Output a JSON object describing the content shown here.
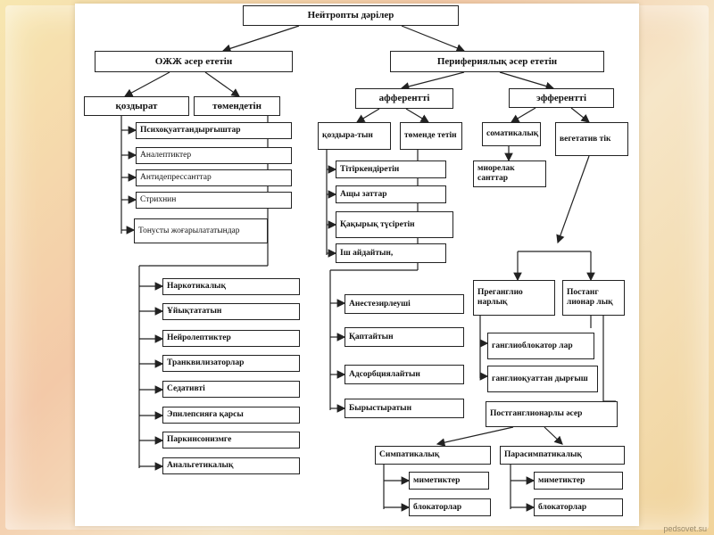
{
  "title": "Нейтропты дәрілер",
  "cns": "ОЖЖ әсер ететін",
  "peripheral": "Перифериялық әсер ететін",
  "stimulating": "қоздырат",
  "depressing": "төмендетін",
  "stim_items": [
    "Психоқуаттандырғыштар",
    "Аналептиктер",
    "Антидепрессанттар",
    "Стрихнин",
    "Тонусты жоғарылататындар"
  ],
  "depr_items": [
    "Наркотикалық",
    "Ұйықтататын",
    "Нейролептиктер",
    "Транквилизаторлар",
    "Седативті",
    "Эпилепсияға қарсы",
    "Паркинсонизмге",
    "Анальгетикалық"
  ],
  "afferent": "афферентті",
  "efferent": "эфферентті",
  "aff_stim": "қоздыра-тын",
  "aff_depr": "төменде тетін",
  "aff_stim_items": [
    "Тітіркендіретін",
    "Ащы заттар",
    "Қақырық түсіретін",
    "Іш айдайтын,"
  ],
  "aff_depr_items": [
    "Анестезирлеуші",
    "Қаптайтын",
    "Адсорбциялайтын",
    "Бырыстыратын"
  ],
  "somatic": "соматикалық",
  "vegetative": "вегетатив тік",
  "muscle_relax": "миорелак санттар",
  "preganglionic": "Преганглио нарлық",
  "postganglionic": "Постанг лионар лық",
  "ganglioblock": "ганглиоблокатор лар",
  "ganglio_stim": "ганглиоқуаттан дырғыш",
  "postgang_effect": "Постганглионарлы әсер",
  "sympathetic": "Симпатикалық",
  "parasympathetic": "Парасимпатикалық",
  "mimetics": "миметиктер",
  "blockers": "блокаторлар",
  "watermark": "pedsovet.su"
}
